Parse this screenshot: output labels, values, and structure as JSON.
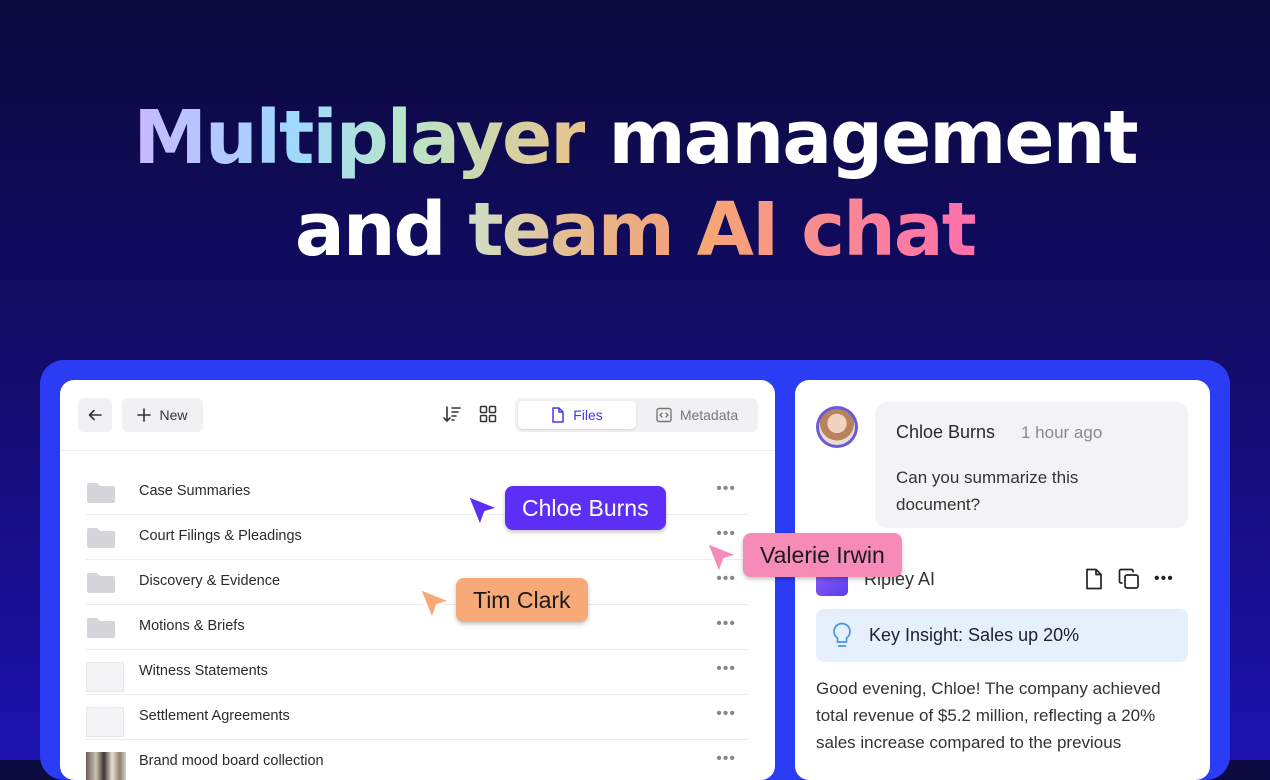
{
  "hero": {
    "line1_gradient": "Multiplayer",
    "line1_rest": " management",
    "line2_and": "and ",
    "line2_team": "team",
    "line2_ai": " AI chat"
  },
  "toolbar": {
    "back_icon": "arrow-left-icon",
    "new_label": "New",
    "files_tab": "Files",
    "metadata_tab": "Metadata"
  },
  "files": [
    {
      "name": "Case Summaries",
      "thumb": "folder"
    },
    {
      "name": "Court Filings & Pleadings",
      "thumb": "folder"
    },
    {
      "name": "Discovery & Evidence",
      "thumb": "folder"
    },
    {
      "name": "Motions & Briefs",
      "thumb": "folder"
    },
    {
      "name": "Witness Statements",
      "thumb": "document"
    },
    {
      "name": "Settlement Agreements",
      "thumb": "document"
    },
    {
      "name": "Brand mood board collection",
      "thumb": "photo"
    }
  ],
  "chat": {
    "user_name": "Chloe Burns",
    "time": "1 hour ago",
    "message": "Can you summarize this document?",
    "ai_name": "Ripley AI",
    "insight": "Key Insight: Sales up 20%",
    "ai_body": "Good evening, Chloe! The company achieved total revenue of $5.2 million, reflecting a 20% sales increase compared to the previous"
  },
  "cursors": {
    "chloe": "Chloe Burns",
    "valerie": "Valerie Irwin",
    "tim": "Tim Clark"
  },
  "colors": {
    "accent": "#4338ea",
    "frame": "#2b3cf5",
    "chloe_cursor": "#5d2ef5",
    "valerie_cursor": "#f78bb8",
    "tim_cursor": "#f7a978"
  }
}
